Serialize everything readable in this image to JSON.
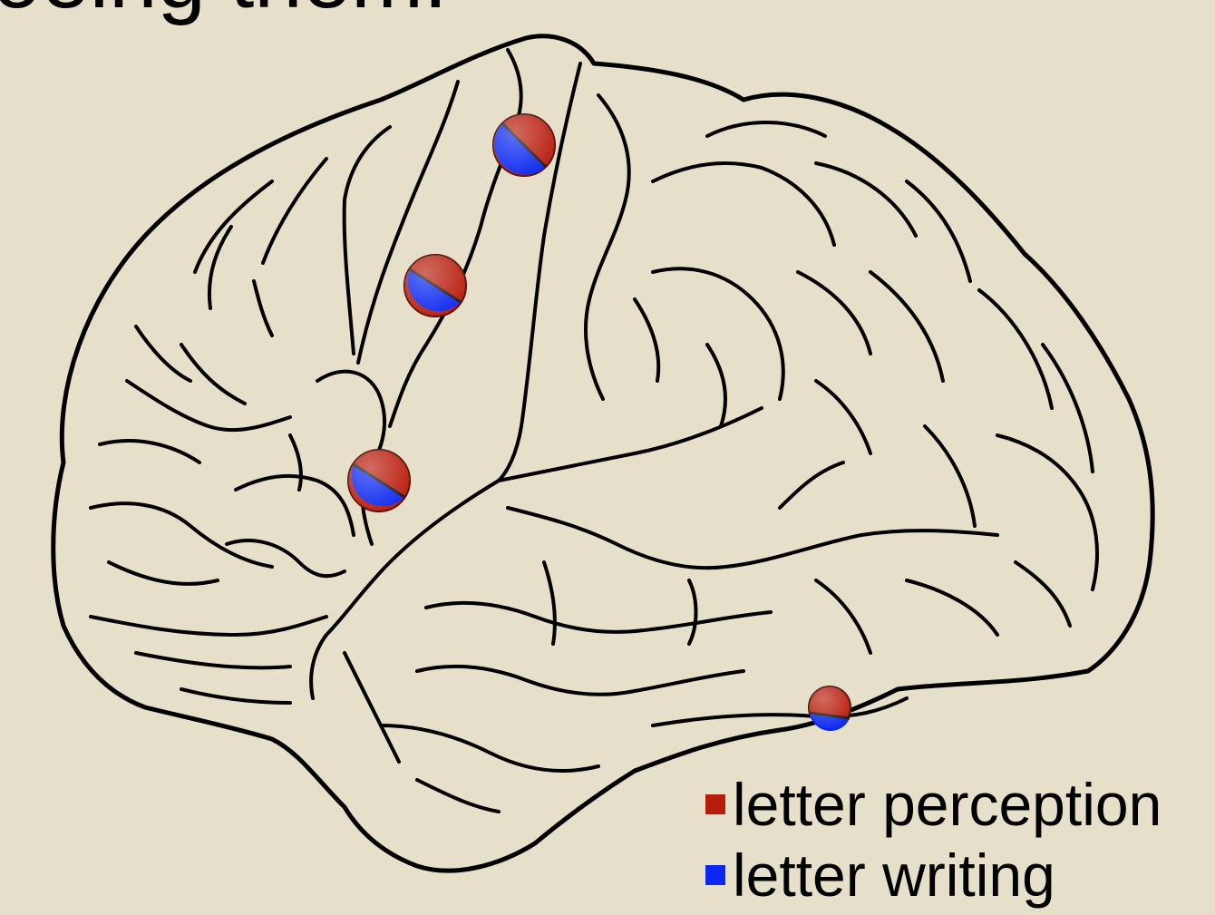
{
  "slide": {
    "title_fragment": "oeing them."
  },
  "colors": {
    "background": "#e6dfc9",
    "perception": "#b81c0c",
    "writing": "#0c28f0",
    "outline": "#000000"
  },
  "markers": [
    {
      "id": "marker-1",
      "label_key": "letter perception / letter writing"
    },
    {
      "id": "marker-2",
      "label_key": "letter perception / letter writing"
    },
    {
      "id": "marker-3",
      "label_key": "letter perception / letter writing"
    },
    {
      "id": "marker-4",
      "label_key": "letter perception / letter writing"
    }
  ],
  "legend": {
    "items": [
      {
        "label": "letter perception",
        "color_key": "perception"
      },
      {
        "label": "letter writing",
        "color_key": "writing"
      }
    ]
  }
}
